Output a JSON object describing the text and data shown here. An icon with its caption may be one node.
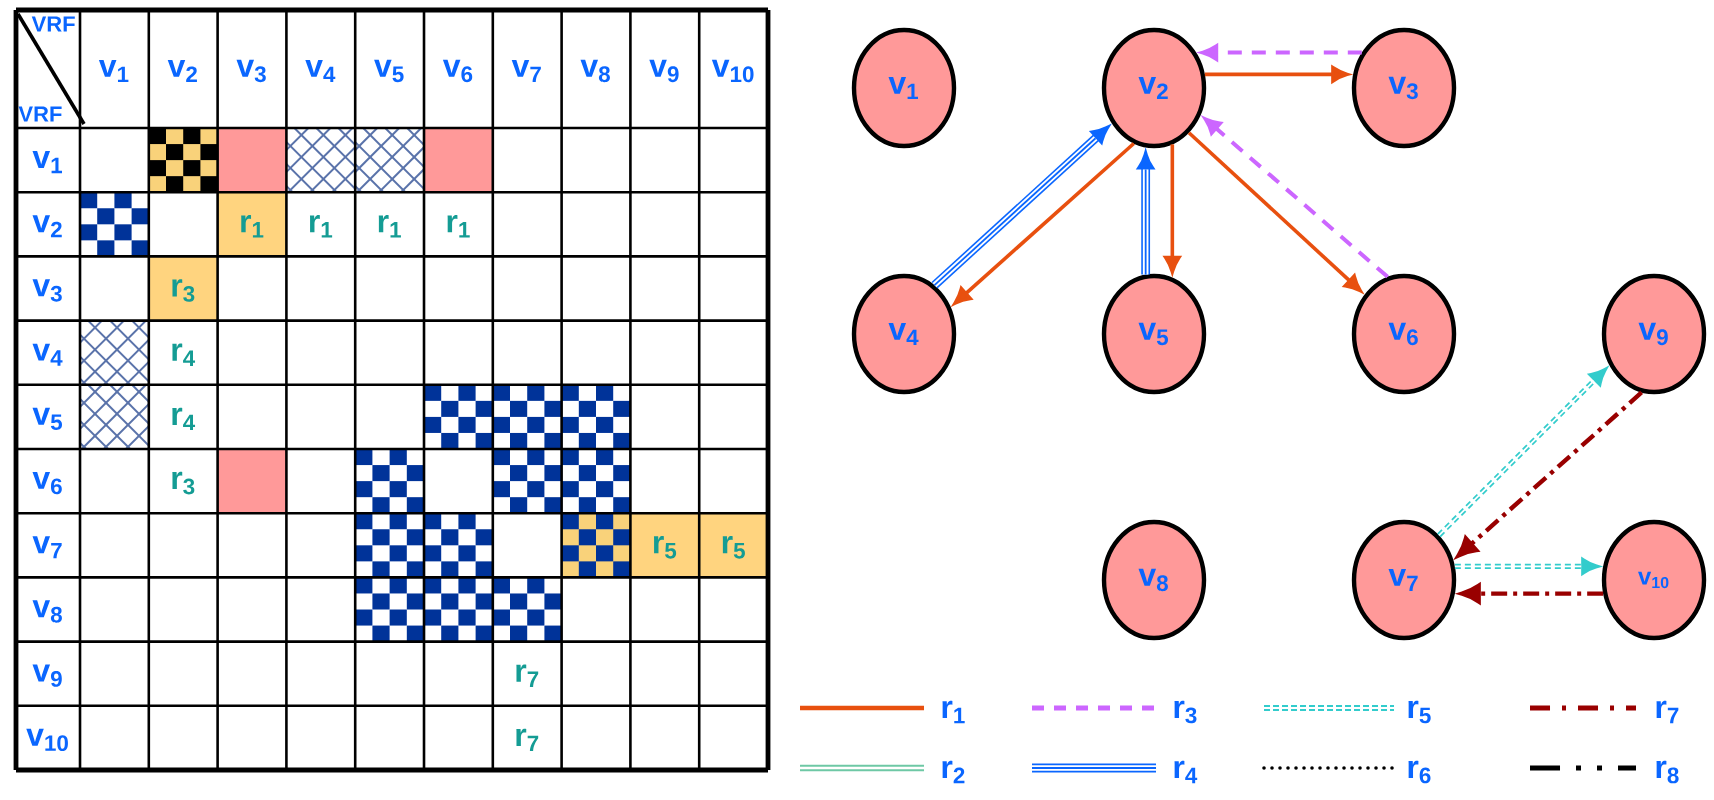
{
  "diagram": {
    "nodes": [
      {
        "text": [
          "v$_{1}$"
        ]
      },
      {
        "text": [
          "v$_{2}$"
        ]
      },
      {
        "text": [
          "v$_{3}$"
        ]
      },
      {
        "text": [
          "v$_{4}$"
        ]
      },
      {
        "text": [
          "v$_{5}$"
        ]
      },
      {
        "text": [
          "v$_{6}$"
        ]
      },
      {
        "text": [
          "v$_{9}$"
        ]
      },
      {
        "text": [
          "v$_{8}$"
        ]
      },
      {
        "text": [
          "v$_{7}$"
        ]
      },
      {
        "text": [
          "v$_{10}$"
        ]
      }
    ],
    "edges": [
      {
        "from": 2,
        "to": 1,
        "arrow": "to",
        "style": "dashed",
        "color": "#cc66ff"
      },
      {
        "from": 1,
        "to": 2,
        "arrow": "to"
      },
      {
        "from": 3,
        "to": 1,
        "arrow": "to",
        "style": "thick",
        "color": "#0a66ff"
      },
      {
        "from": 1,
        "to": 3,
        "arrow": "to"
      },
      {
        "from": 4,
        "to": 1,
        "arrow": "to",
        "style": "thick",
        "color": "#0a66ff"
      },
      {
        "from": 1,
        "to": 4,
        "arrow": "to"
      },
      {
        "from": 1,
        "to": 5,
        "arrow": "to"
      },
      {
        "from": 5,
        "to": 1,
        "arrow": "to",
        "style": "dashed",
        "color": "#cc66ff"
      },
      {
        "from": 8,
        "to": 6,
        "arrow": "to",
        "style": "dashed",
        "color": "#33cccc"
      },
      {
        "from": 6,
        "to": 8,
        "arrow": "to",
        "style": "dashed",
        "color": "#990000"
      },
      {
        "from": 8,
        "to": 9,
        "arrow": "to",
        "style": "dashed",
        "color": "#33cccc"
      },
      {
        "from": 9,
        "to": 8,
        "arrow": "to",
        "style": "dashed",
        "color": "#990000"
      }
    ],
    "labels": [
      "VRF",
      "VRF",
      "v$_{1}$",
      "v$_{2}$",
      "v$_{3}$",
      "v$_{4}$",
      "v$_{5}$",
      "v$_{6}$",
      "v$_{7}$",
      "v$_{8}$",
      "v$_{9}$",
      "v$_{10}$",
      "v$_{1}$",
      "v$_{2}$",
      "r$_{1}$",
      "r$_{1}$",
      "r$_{1}$",
      "r$_{1}$",
      "v$_{3}$",
      "r$_{3}$",
      "v$_{4}$",
      "r$_{4}$",
      "v$_{5}$",
      "r$_{4}$",
      "v$_{6}$",
      "r$_{3}$",
      "v$_{7}$",
      "r$_{5}$",
      "r$_{5}$",
      "v$_{8}$",
      "v$_{9}$",
      "r$_{7}$",
      "v$_{10}$",
      "r$_{7}$"
    ],
    "legend": [
      {
        "text": "r$_{1}$"
      },
      {
        "text": "r$_{2}$"
      },
      {
        "text": "r$_{3}$"
      },
      {
        "text": "r$_{4}$"
      },
      {
        "text": "r$_{5}$"
      },
      {
        "text": "r$_{6}$"
      },
      {
        "text": "r$_{7}$"
      },
      {
        "text": "r$_{8}$"
      }
    ]
  }
}
